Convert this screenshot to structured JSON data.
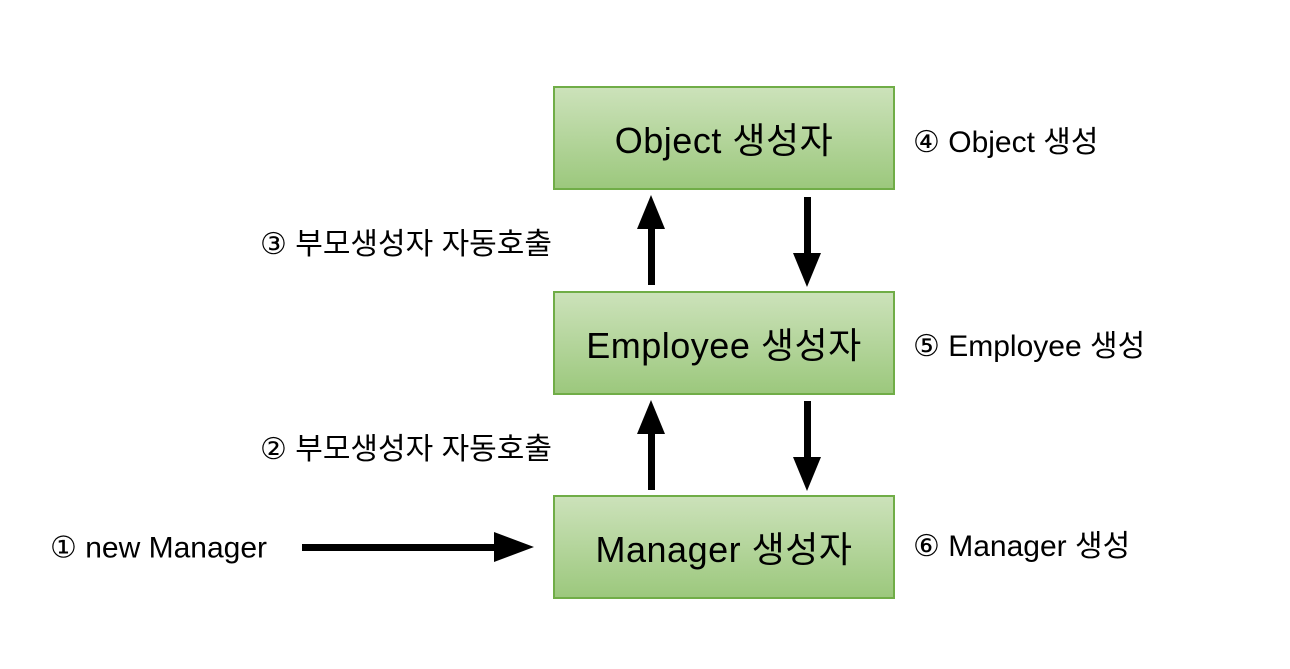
{
  "boxes": [
    {
      "id": "object",
      "label": "Object 생성자"
    },
    {
      "id": "employee",
      "label": "Employee 생성자"
    },
    {
      "id": "manager",
      "label": "Manager 생성자"
    }
  ],
  "annotations": {
    "step1": "① new Manager",
    "step2": "② 부모생성자 자동호출",
    "step3": "③ 부모생성자 자동호출",
    "step4": "④ Object 생성",
    "step5": "⑤ Employee 생성",
    "step6": "⑥ Manager 생성"
  },
  "arrows": [
    {
      "from": "annotation-step1",
      "to": "manager-box",
      "direction": "right"
    },
    {
      "from": "manager-box",
      "to": "employee-box",
      "direction": "up"
    },
    {
      "from": "employee-box",
      "to": "object-box",
      "direction": "up"
    },
    {
      "from": "object-box",
      "to": "employee-box",
      "direction": "down"
    },
    {
      "from": "employee-box",
      "to": "manager-box",
      "direction": "down"
    }
  ],
  "colors": {
    "background": "#ffffff",
    "box_border": "#70ad47",
    "box_fill_top": "#cce2ba",
    "box_fill_bottom": "#9cc87d",
    "arrow": "#000000",
    "text": "#000000"
  }
}
